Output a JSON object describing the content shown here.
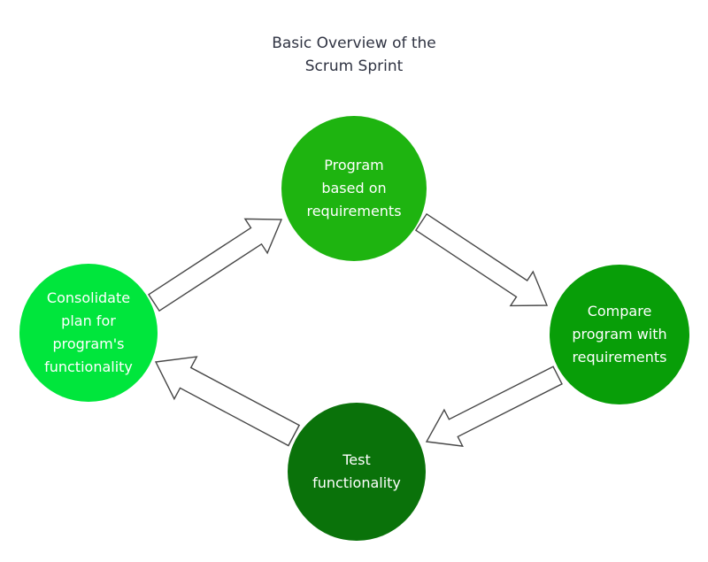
{
  "title": {
    "text": "Basic Overview of the\nScrum Sprint"
  },
  "diagram": {
    "nodes": [
      {
        "id": "consolidate-plan",
        "label": "Consolidate\nplan for\nprogram's\nfunctionality",
        "color": "#00e63c"
      },
      {
        "id": "program-based-on-requirements",
        "label": "Program\nbased on\nrequirements",
        "color": "#1eb410"
      },
      {
        "id": "compare-program-with-requirements",
        "label": "Compare\nprogram with\nrequirements",
        "color": "#089e08"
      },
      {
        "id": "test-functionality",
        "label": "Test\nfunctionality",
        "color": "#0a720a"
      }
    ]
  },
  "colors": {
    "background": "#ffffff",
    "title_text": "#2f3342",
    "node_text": "#ffffff",
    "arrow_outline": "#474747",
    "arrow_fill": "#ffffff"
  }
}
